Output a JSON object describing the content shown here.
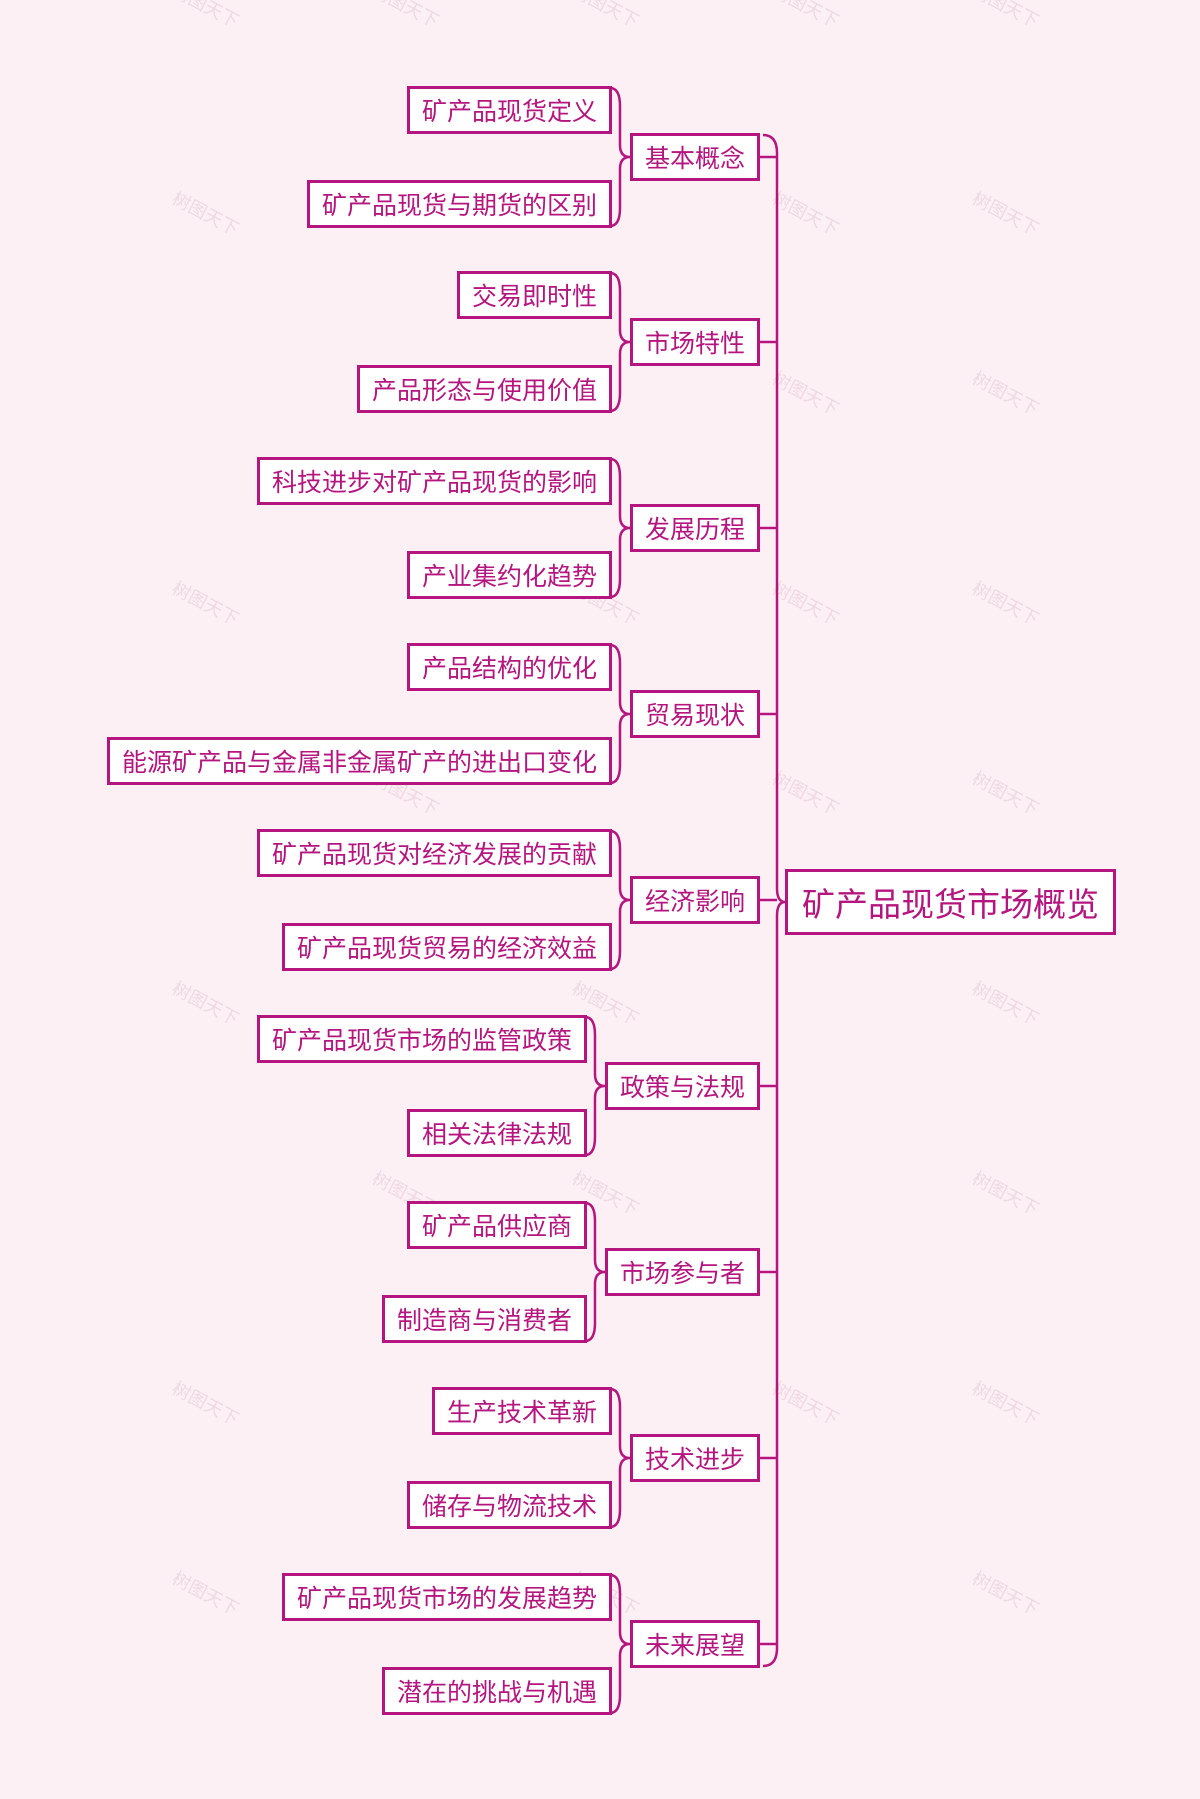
{
  "root": {
    "label": "矿产品现货市场概览"
  },
  "branches": [
    {
      "label": "基本概念",
      "children": [
        "矿产品现货定义",
        "矿产品现货与期货的区别"
      ]
    },
    {
      "label": "市场特性",
      "children": [
        "交易即时性",
        "产品形态与使用价值"
      ]
    },
    {
      "label": "发展历程",
      "children": [
        "科技进步对矿产品现货的影响",
        "产业集约化趋势"
      ]
    },
    {
      "label": "贸易现状",
      "children": [
        "产品结构的优化",
        "能源矿产品与金属非金属矿产的进出口变化"
      ]
    },
    {
      "label": "经济影响",
      "children": [
        "矿产品现货对经济发展的贡献",
        "矿产品现货贸易的经济效益"
      ]
    },
    {
      "label": "政策与法规",
      "children": [
        "矿产品现货市场的监管政策",
        "相关法律法规"
      ]
    },
    {
      "label": "市场参与者",
      "children": [
        "矿产品供应商",
        "制造商与消费者"
      ]
    },
    {
      "label": "技术进步",
      "children": [
        "生产技术革新",
        "储存与物流技术"
      ]
    },
    {
      "label": "未来展望",
      "children": [
        "矿产品现货市场的发展趋势",
        "潜在的挑战与机遇"
      ]
    }
  ],
  "colors": {
    "accent": "#b5157e",
    "background": "#fdf0f5",
    "node_fill": "#ffffff"
  },
  "watermark": "树图天下"
}
